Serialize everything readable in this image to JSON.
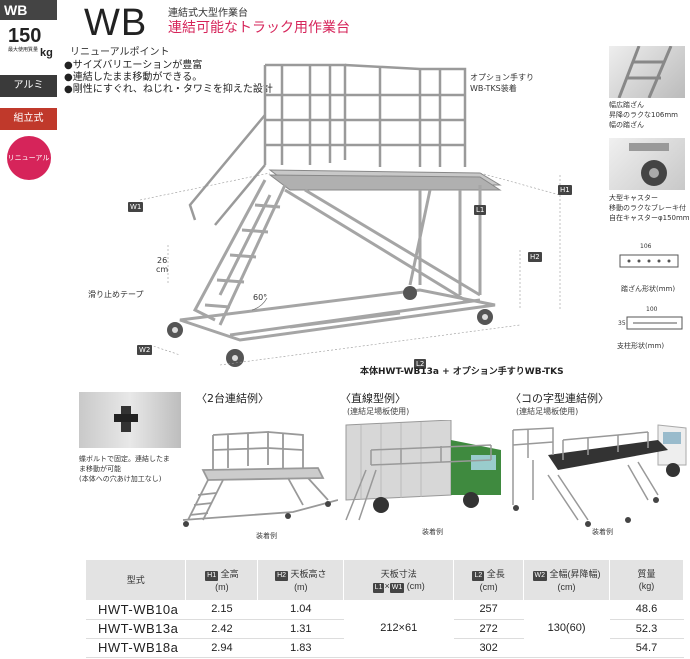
{
  "side": {
    "series": "WB",
    "load_value": "150",
    "load_label": "最大使用質量",
    "load_unit": "kg",
    "tags": [
      "アルミ",
      "組立式",
      "リニューアル"
    ],
    "colors": {
      "alumi": "#3a3a3a",
      "kumitate": "#c0392b",
      "renewal": "#d6245a"
    }
  },
  "header": {
    "model": "WB",
    "subtitle_small": "連結式大型作業台",
    "subtitle_main": "連結可能なトラック用作業台"
  },
  "points": {
    "heading": "リニューアルポイント",
    "items": [
      "●サイズバリエーションが豊富",
      "●連結したまま移動ができる。",
      "●剛性にすぐれ、ねじれ・タワミを抑えた設計"
    ]
  },
  "diagram": {
    "option_label_1": "オプション手すり",
    "option_label_2": "WB-TKS装着",
    "w1": "W1",
    "l1": "L1",
    "h1": "H1",
    "h2": "H2",
    "l2": "L2",
    "w2": "W2",
    "step_dim": "26",
    "step_unit": "cm",
    "angle": "60°",
    "anti_slip": "滑り止めテープ",
    "caption": "本体HWT-WB13a + オプション手すりWB-TKS"
  },
  "right_panel": {
    "tread_title": "幅広踏ざん",
    "tread_desc_1": "昇降のラクな106mm",
    "tread_desc_2": "幅の踏ざん",
    "caster_title": "大型キャスター",
    "caster_desc_1": "移動のラクなブレーキ付",
    "caster_desc_2": "自在キャスターφ150mm",
    "tread_dim": "106",
    "tread_shape": "踏ざん形状(mm)",
    "post_dim_w": "100",
    "post_dim_h": "35",
    "post_shape": "支柱形状(mm)"
  },
  "examples": {
    "bolt_caption_1": "蝶ボルトで固定。連結したま",
    "bolt_caption_2": "ま移動が可能",
    "bolt_caption_3": "(本体への穴あけ加工なし)",
    "ex1_title": "〈2台連結例〉",
    "ex1_caption": "装着例",
    "ex2_title": "〈直線型例〉",
    "ex2_sub": "(連結足場板使用)",
    "ex2_caption": "装着例",
    "ex3_title": "〈コの字型連結例〉",
    "ex3_sub": "(連結足場板使用)",
    "ex3_caption": "装着例"
  },
  "table": {
    "headers": {
      "model": "型式",
      "h1_tag": "H1",
      "h1": "全高",
      "h1_unit": "(m)",
      "h2_tag": "H2",
      "h2": "天板高さ",
      "h2_unit": "(m)",
      "top": "天板寸法",
      "top_l1": "L1",
      "top_x": "×",
      "top_w1": "W1",
      "top_unit": "(cm)",
      "l2_tag": "L2",
      "l2": "全長",
      "l2_unit": "(cm)",
      "w2_tag": "W2",
      "w2": "全幅(昇降幅)",
      "w2_unit": "(cm)",
      "mass": "質量",
      "mass_unit": "(kg)"
    },
    "rows": [
      {
        "model": "HWT-WB10a",
        "h1": "2.15",
        "h2": "1.04",
        "l2": "257",
        "mass": "48.6"
      },
      {
        "model": "HWT-WB13a",
        "h1": "2.42",
        "h2": "1.31",
        "l2": "272",
        "mass": "52.3"
      },
      {
        "model": "HWT-WB18a",
        "h1": "2.94",
        "h2": "1.83",
        "l2": "302",
        "mass": "54.7"
      }
    ],
    "shared_top": "212×61",
    "shared_w2": "130(60)"
  }
}
